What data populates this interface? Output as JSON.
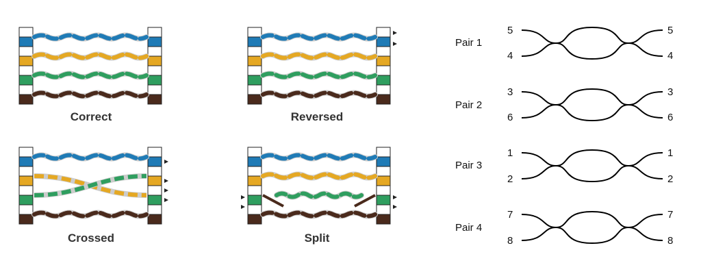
{
  "colors": {
    "blue": "#1f7bb6",
    "orange": "#e5a823",
    "green": "#2f9e5f",
    "brown": "#4a2a1c",
    "white": "#ffffff",
    "outline": "#222222",
    "tick": "#222222"
  },
  "panels": [
    {
      "id": "correct",
      "caption": "Correct"
    },
    {
      "id": "reversed",
      "caption": "Reversed"
    },
    {
      "id": "crossed",
      "caption": "Crossed"
    },
    {
      "id": "split",
      "caption": "Split"
    }
  ],
  "pairs": [
    {
      "label": "Pair 1",
      "top": "5",
      "bottom": "4"
    },
    {
      "label": "Pair 2",
      "top": "3",
      "bottom": "6"
    },
    {
      "label": "Pair 3",
      "top": "1",
      "bottom": "2"
    },
    {
      "label": "Pair 4",
      "top": "7",
      "bottom": "8"
    }
  ]
}
